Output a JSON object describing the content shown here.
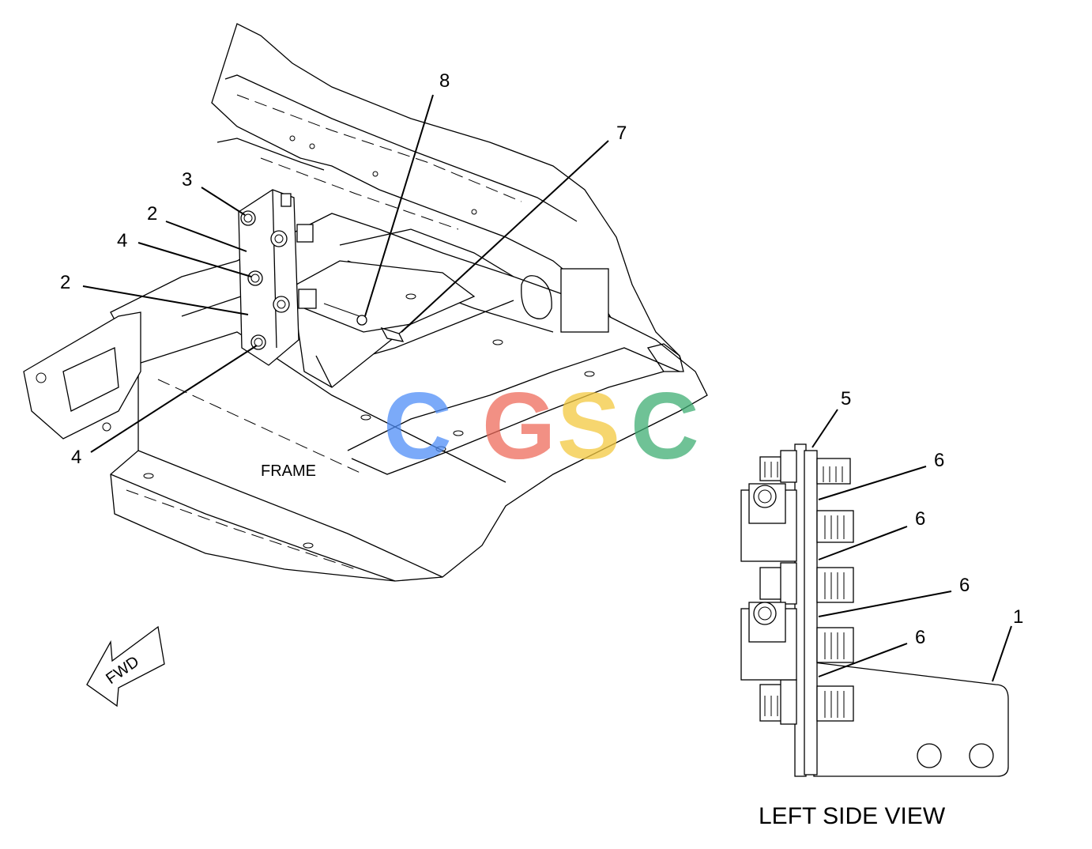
{
  "labels": {
    "frame": "FRAME",
    "fwd": "FWD",
    "view_title": "LEFT SIDE VIEW"
  },
  "callouts": {
    "c8": "8",
    "c7": "7",
    "c3": "3",
    "c2a": "2",
    "c4a": "4",
    "c2b": "2",
    "c4b": "4",
    "c5": "5",
    "c6a": "6",
    "c6b": "6",
    "c6c": "6",
    "c6d": "6",
    "c1": "1"
  },
  "watermark": {
    "letters": [
      "C",
      "G",
      "S",
      "C"
    ],
    "colors": [
      "#4f8ef7",
      "#ee6b5b",
      "#f3c940",
      "#3fae74"
    ]
  }
}
